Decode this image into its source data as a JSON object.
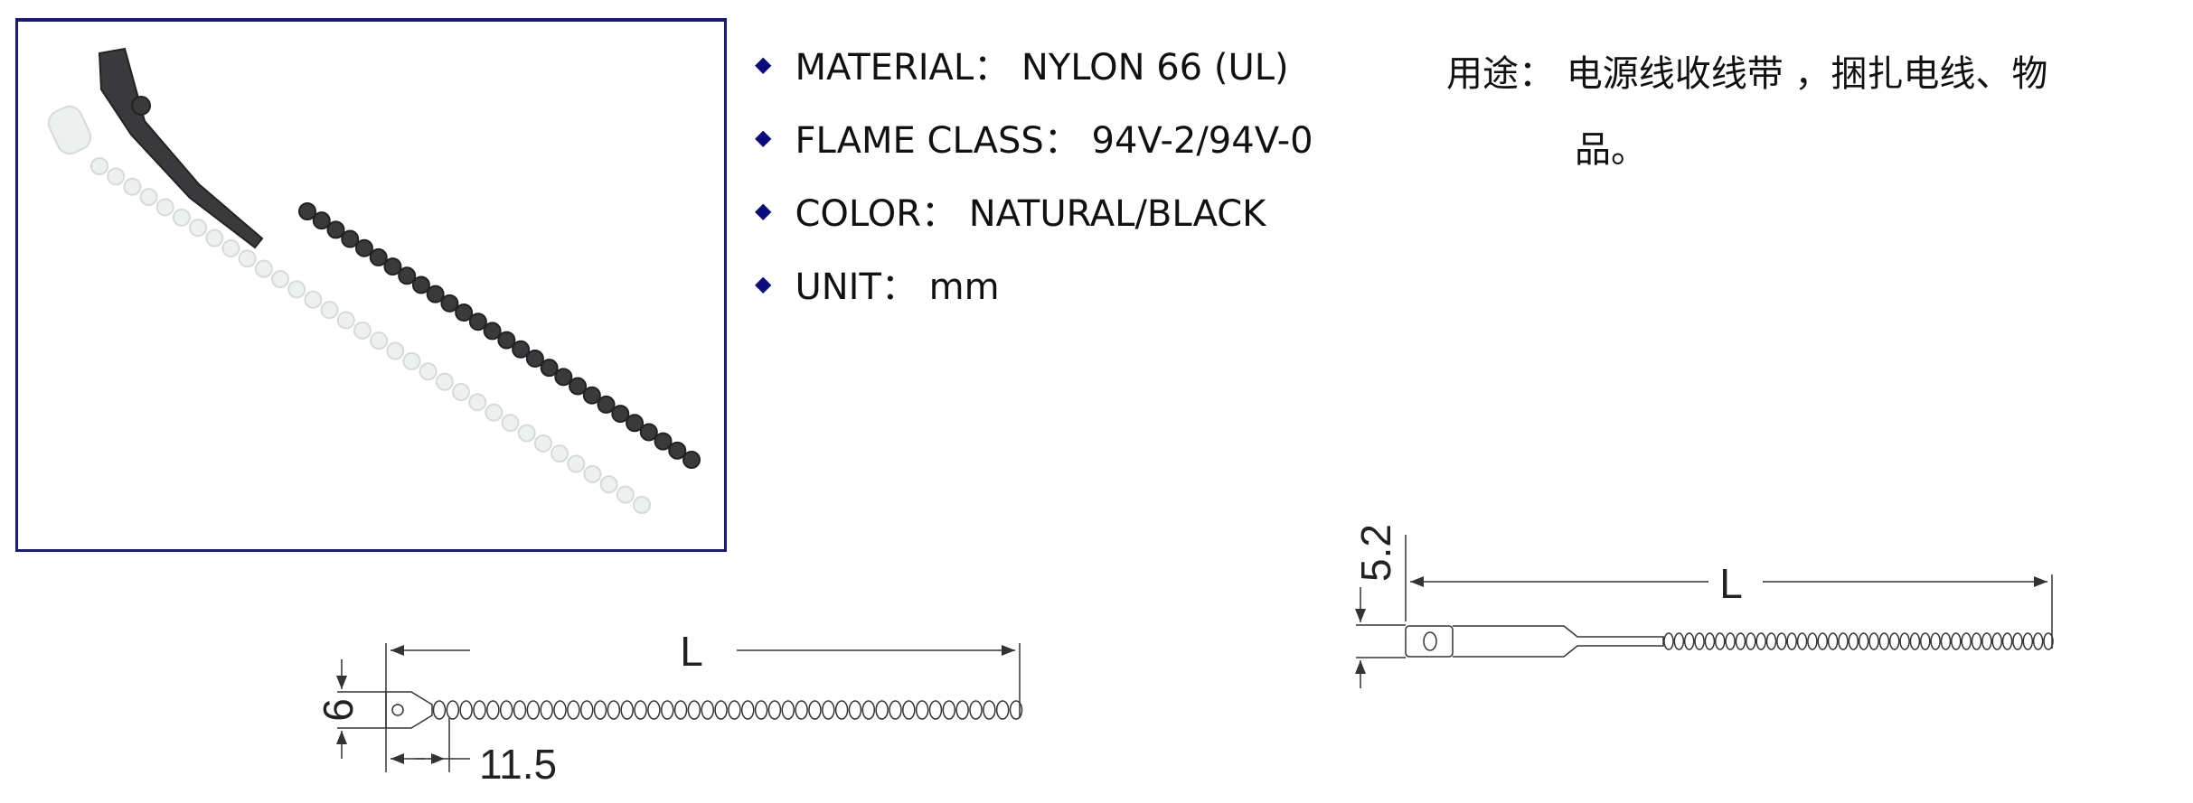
{
  "specs": [
    {
      "label": "MATERIAL",
      "value": "NYLON 66 (UL)",
      "text": "MATERIAL： NYLON 66 (UL)"
    },
    {
      "label": "FLAME CLASS",
      "value": "94V-2/94V-0",
      "text": "FLAME CLASS： 94V-2/94V-0"
    },
    {
      "label": "COLOR",
      "value": "NATURAL/BLACK",
      "text": "COLOR： NATURAL/BLACK"
    },
    {
      "label": "UNIT",
      "value": "mm",
      "text": "UNIT： mm"
    }
  ],
  "usage": {
    "label": "用途：",
    "line1": "电源线收线带 ，捆扎电线、物",
    "line2": "品。"
  },
  "drawing_left": {
    "length_label": "L",
    "height_label": "6",
    "head_label": "11.5"
  },
  "drawing_right": {
    "length_label": "L",
    "height_label": "5.2"
  },
  "colors": {
    "frame": "#1a1a7a",
    "bullet": "#0a0a7a"
  }
}
